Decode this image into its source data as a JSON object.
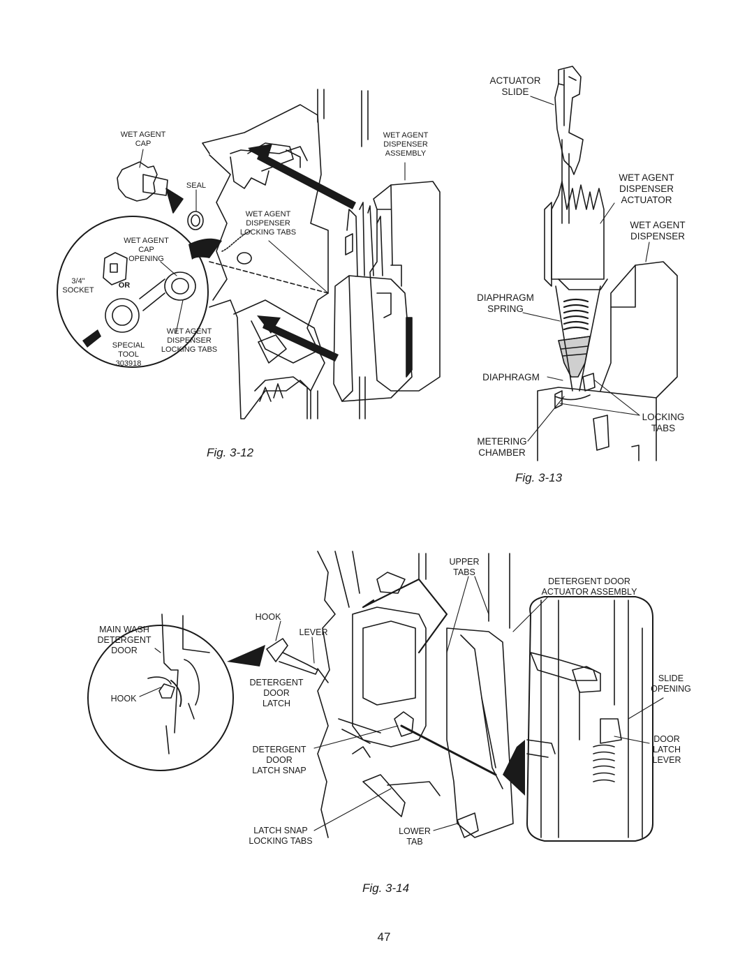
{
  "fig12": {
    "caption": "Fig. 3-12",
    "labels": {
      "wet_agent_cap": [
        "WET AGENT",
        "CAP"
      ],
      "seal": [
        "SEAL"
      ],
      "dispenser_assembly": [
        "WET AGENT",
        "DISPENSER",
        "ASSEMBLY"
      ],
      "dispenser_locking_tabs": [
        "WET AGENT",
        "DISPENSER",
        "LOCKING TABS"
      ],
      "cap_opening": [
        "WET AGENT",
        "CAP",
        "OPENING"
      ],
      "socket": [
        "3/4\"",
        "SOCKET"
      ],
      "or": [
        "OR"
      ],
      "special_tool": [
        "SPECIAL",
        "TOOL",
        "303918"
      ],
      "inset_locking_tabs": [
        "WET AGENT",
        "DISPENSER",
        "LOCKING TABS"
      ]
    }
  },
  "fig13": {
    "caption": "Fig. 3-13",
    "labels": {
      "actuator_slide": [
        "ACTUATOR",
        "SLIDE"
      ],
      "dispenser_actuator": [
        "WET AGENT",
        "DISPENSER",
        "ACTUATOR"
      ],
      "dispenser": [
        "WET AGENT",
        "DISPENSER"
      ],
      "diaphragm_spring": [
        "DIAPHRAGM",
        "SPRING"
      ],
      "diaphragm": [
        "DIAPHRAGM"
      ],
      "locking_tabs": [
        "LOCKING",
        "TABS"
      ],
      "metering_chamber": [
        "METERING",
        "CHAMBER"
      ]
    }
  },
  "fig14": {
    "caption": "Fig. 3-14",
    "labels": {
      "upper_tabs": [
        "UPPER",
        "TABS"
      ],
      "door_actuator_assembly": [
        "DETERGENT DOOR",
        "ACTUATOR ASSEMBLY"
      ],
      "main_wash_door": [
        "MAIN WASH",
        "DETERGENT",
        "DOOR"
      ],
      "hook_top": [
        "HOOK"
      ],
      "lever": [
        "LEVER"
      ],
      "door_latch": [
        "DETERGENT",
        "DOOR",
        "LATCH"
      ],
      "hook_inset": [
        "HOOK"
      ],
      "latch_snap": [
        "DETERGENT",
        "DOOR",
        "LATCH SNAP"
      ],
      "latch_snap_tabs": [
        "LATCH SNAP",
        "LOCKING TABS"
      ],
      "lower_tab": [
        "LOWER",
        "TAB"
      ],
      "slide_opening": [
        "SLIDE",
        "OPENING"
      ],
      "door_latch_lever": [
        "DOOR",
        "LATCH",
        "LEVER"
      ]
    }
  },
  "page_number": "47"
}
